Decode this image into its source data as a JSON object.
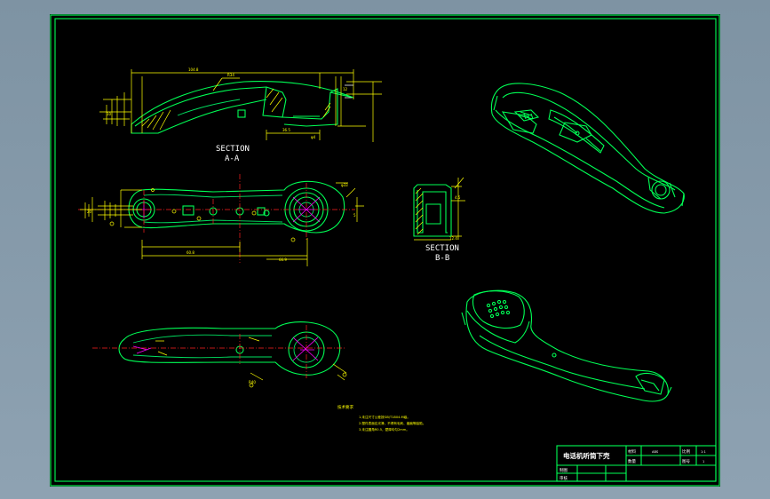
{
  "drawing": {
    "section_aa_title": "SECTION",
    "section_aa_sub": "A-A",
    "section_bb_title": "SECTION",
    "section_bb_sub": "B-B",
    "tech_notes_title": "技术要求",
    "tech_notes": [
      "1.未注尺寸公差按GB/T1804-M级。",
      "2.塑件表面应光滑，不得有毛刺、缩痕等缺陷。",
      "3.未注圆角R0.5，壁厚均匀2mm。"
    ]
  },
  "title_block": {
    "title": "电话机听筒下壳",
    "material_label": "材料",
    "material_value": "ABS",
    "scale_label": "比例",
    "scale_value": "1:1",
    "quantity_label": "数量",
    "sheet_label": "图号",
    "sheet_value": "1",
    "drawn_label": "制图",
    "checked_label": "审核"
  },
  "colors": {
    "background": "#000000",
    "outline": "#00ff55",
    "dimension": "#ffff00",
    "centerline": "#ff2020",
    "frame": "#00ff55"
  }
}
